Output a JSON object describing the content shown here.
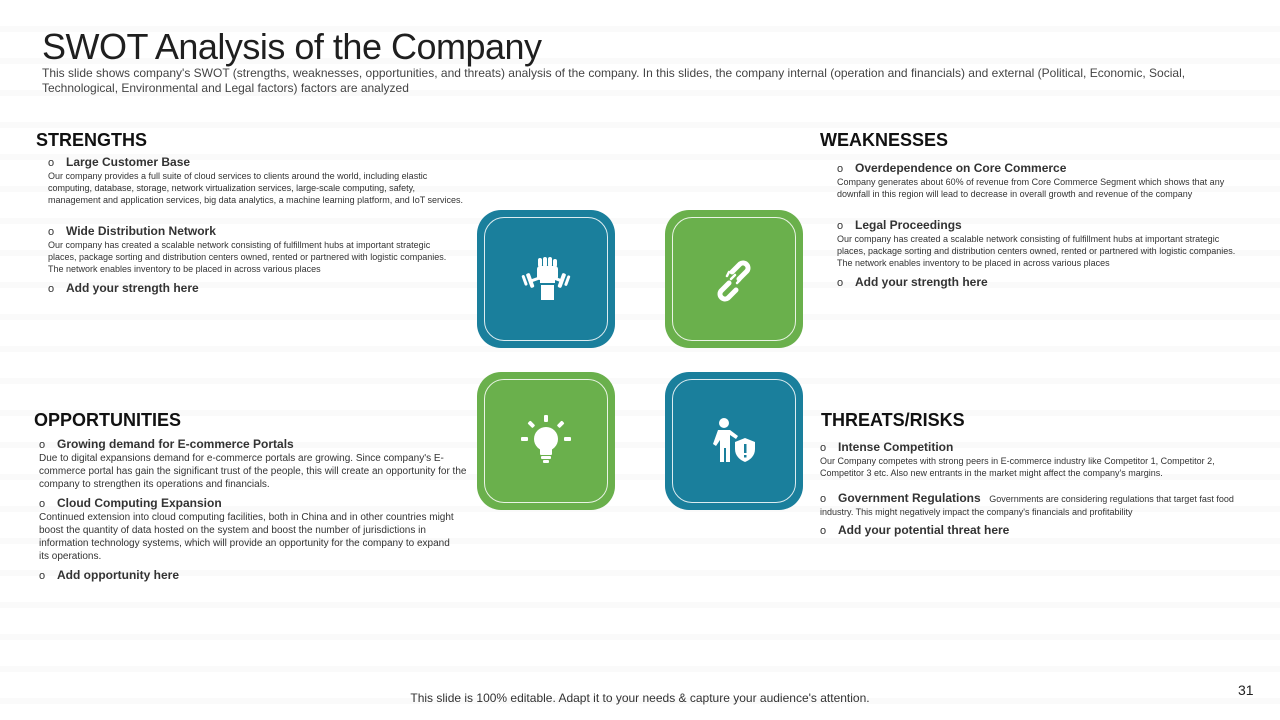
{
  "slide": {
    "title": "SWOT Analysis of the Company",
    "subtitle": "This slide shows company's SWOT (strengths, weaknesses, opportunities, and threats) analysis of the company. In this slides, the company internal (operation and financials) and external (Political, Economic, Social, Technological, Environmental and Legal factors) factors are analyzed",
    "footer": "This slide is 100% editable. Adapt it to your needs & capture your audience's attention.",
    "page_number": "31"
  },
  "bullet": "o",
  "strengths": {
    "heading": "STRENGTHS",
    "items": [
      {
        "title": "Large Customer Base",
        "text": "Our company provides a full suite of cloud services to clients around the world, including elastic computing, database, storage, network virtualization services, large-scale computing, safety, management and application services, big data analytics, a machine learning platform, and IoT services."
      },
      {
        "title": "Wide Distribution Network",
        "text": "Our company has created a scalable network consisting of fulfillment hubs at important strategic places, package sorting and distribution centers owned, rented or partnered with logistic companies. The network enables inventory to be placed in across various places"
      },
      {
        "title": "Add your strength here"
      }
    ]
  },
  "weaknesses": {
    "heading": "WEAKNESSES",
    "items": [
      {
        "title": "Overdependence on Core Commerce",
        "text": "Company generates about 60% of revenue from Core Commerce Segment which shows that any downfall in this region will lead to decrease in overall growth and revenue of the company"
      },
      {
        "title": "Legal Proceedings",
        "text": "Our company has created a scalable network consisting of fulfillment hubs at important strategic places, package sorting and distribution centers owned, rented or partnered with logistic companies. The network enables inventory to be placed in across various places"
      },
      {
        "title": "Add your strength here"
      }
    ]
  },
  "opportunities": {
    "heading": "OPPORTUNITIES",
    "items": [
      {
        "title": "Growing demand for E-commerce Portals",
        "text": "Due to digital expansions demand for e-commerce portals are growing. Since company's E-commerce portal has gain the significant trust of the people, this will create an opportunity for the company to strengthen its operations and financials."
      },
      {
        "title": "Cloud Computing Expansion",
        "text": "Continued extension into cloud computing facilities, both in China and in other countries might boost the quantity of data hosted on the system and boost the number of jurisdictions in information technology systems, which will provide an opportunity for the company to expand its operations."
      },
      {
        "title": "Add opportunity here"
      }
    ]
  },
  "threats": {
    "heading": "THREATS/RISKS",
    "items": [
      {
        "title": "Intense Competition",
        "text": "Our Company competes with strong peers in E-commerce industry like Competitor 1, Competitor 2, Competitor 3 etc. Also new entrants in the market might affect the company's margins."
      },
      {
        "title": "Government Regulations",
        "text": "Governments are considering regulations that target fast food industry. This might negatively impact the company's financials and profitability"
      },
      {
        "title": "Add your potential threat here"
      }
    ]
  },
  "icons": {
    "strengths": "strong-fist-icon",
    "weaknesses": "broken-link-icon",
    "opportunities": "lightbulb-icon",
    "threats": "person-shield-icon"
  },
  "colors": {
    "blue": "#1a7f9c",
    "green": "#6ab04c"
  }
}
